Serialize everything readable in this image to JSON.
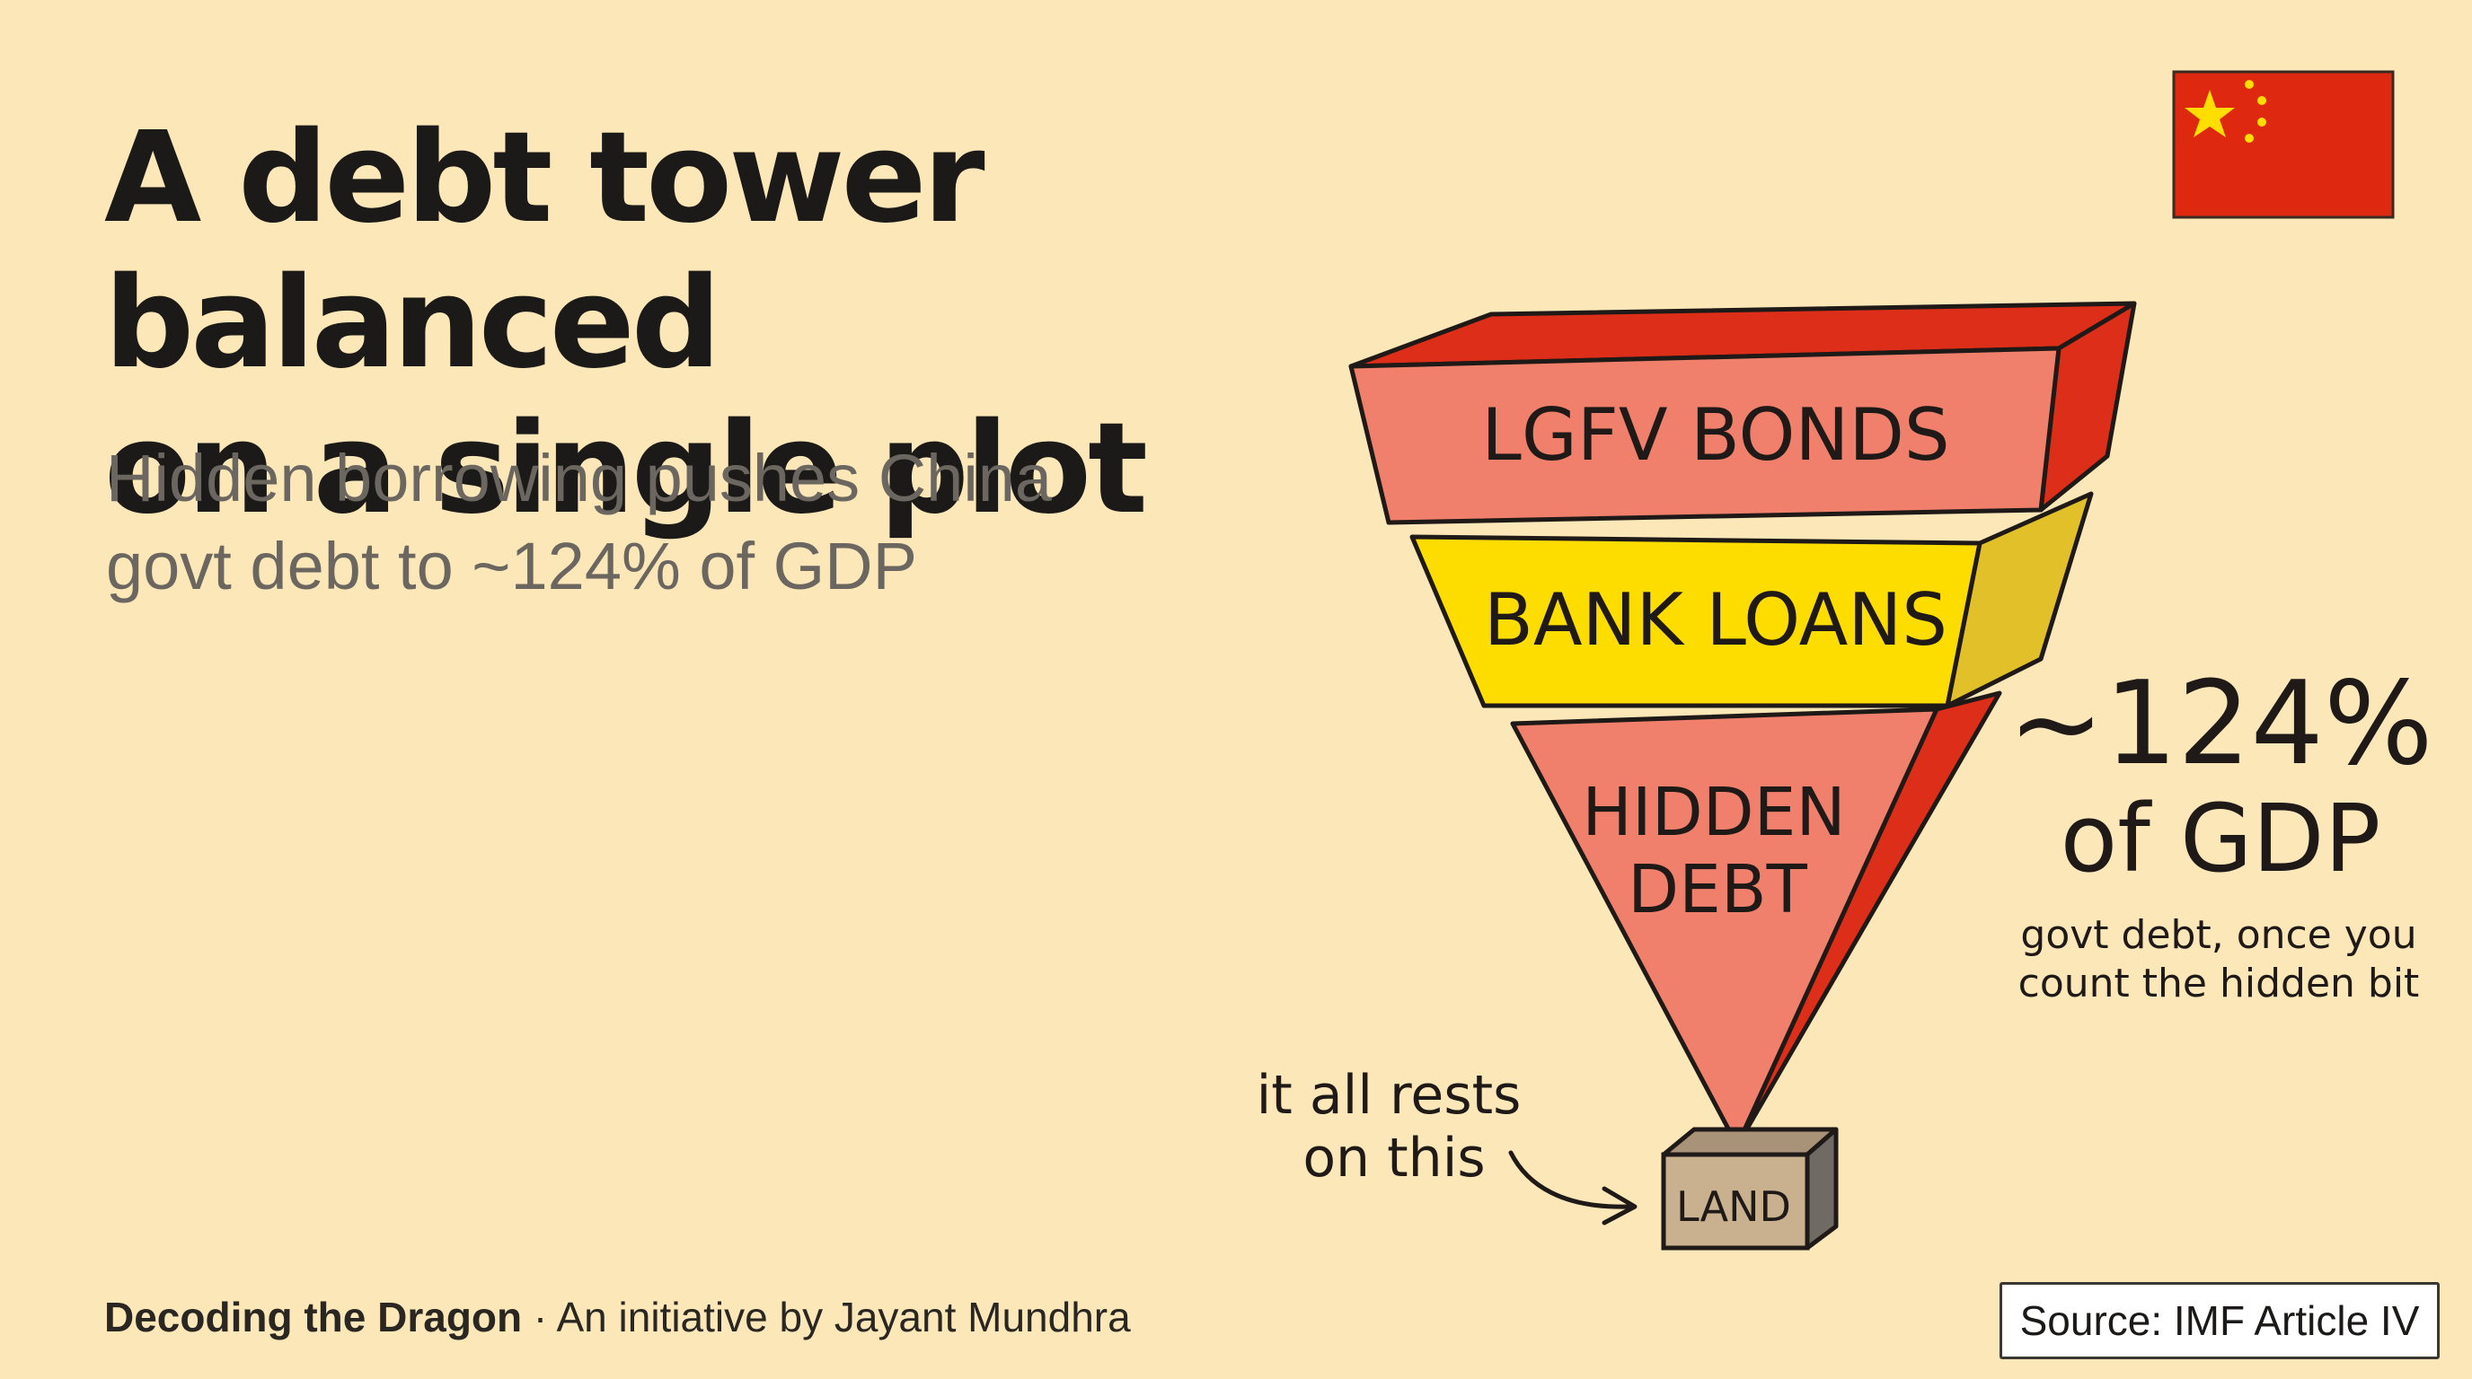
{
  "title": {
    "line1": "A debt tower balanced",
    "line2": "on a single plot"
  },
  "subtitle": {
    "line1": "Hidden borrowing pushes China",
    "line2": "govt debt to ~124% of GDP"
  },
  "flag": {
    "icon": "china-flag-icon",
    "color": "#de2910",
    "star_color": "#ffde00"
  },
  "tower": {
    "layers": [
      {
        "label": "LGFV BONDS",
        "color": "#f0806c",
        "side_color": "#dc2e18"
      },
      {
        "label": "BANK LOANS",
        "color": "#fddc00",
        "side_color": "#e2c02a"
      },
      {
        "label_line1": "HIDDEN",
        "label_line2": "DEBT",
        "color": "#f0806c",
        "side_color": "#dc2e18"
      }
    ],
    "base": {
      "label": "LAND",
      "color": "#c9b18f"
    }
  },
  "callout": {
    "value": "~124%",
    "unit": "of GDP",
    "note_line1": "govt debt, once you",
    "note_line2": "count the hidden bit"
  },
  "annotation": {
    "line1": "it all rests",
    "line2": "on this"
  },
  "footer": {
    "brand": "Decoding the Dragon",
    "separator": " · ",
    "byline": "An initiative by Jayant Mundhra"
  },
  "source": "Source: IMF Article IV"
}
